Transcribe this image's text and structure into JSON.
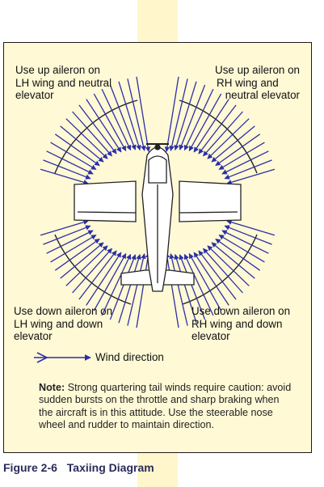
{
  "quadrant_labels": {
    "upper_left": {
      "line1": "Use up aileron on",
      "line2": "LH wing and neutral",
      "line3": "elevator"
    },
    "upper_right": {
      "line1": "Use up aileron on",
      "line2": "RH wing and",
      "line3": "neutral elevator"
    },
    "lower_left": {
      "line1": "Use down aileron on",
      "line2": "LH wing and down",
      "line3": "elevator"
    },
    "lower_right": {
      "line1": "Use down aileron on",
      "line2": "RH wing and down",
      "line3": "elevator"
    }
  },
  "legend": {
    "text": "Wind direction"
  },
  "note": {
    "label": "Note:",
    "text": "Strong quartering tail winds require caution: avoid sudden bursts on the throttle and sharp braking when the aircraft is in this attitude. Use the steerable nose wheel and rudder to maintain direction."
  },
  "caption": {
    "number": "Figure 2-6",
    "title": "Taxiing Diagram"
  },
  "colors": {
    "arrow": "#2b2fa6",
    "frame_fill": "#fff9d6",
    "caption": "#2a2a5a"
  }
}
